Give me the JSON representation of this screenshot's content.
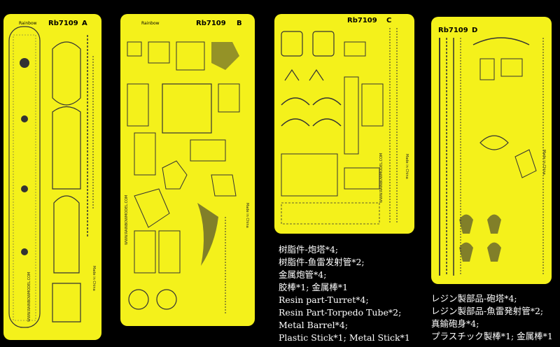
{
  "brand": {
    "name": "Rainbow",
    "website": "WWW.RAINBOWMODEL.COM",
    "made_in": "Made in China"
  },
  "sheets": [
    {
      "code": "Rb7109",
      "letter": "A"
    },
    {
      "code": "Rb7109",
      "letter": "B"
    },
    {
      "code": "Rb7109",
      "letter": "C"
    },
    {
      "code": "Rb7109",
      "letter": "D"
    }
  ],
  "captions": {
    "chinese": [
      "树脂件-炮塔*4;",
      "树脂件-鱼雷发射管*2;",
      "金属炮管*4;",
      "胶棒*1; 金属棒*1"
    ],
    "english": [
      "Resin part-Turret*4;",
      "Resin Part-Torpedo Tube*2;",
      "Metal Barrel*4;",
      "Plastic Stick*1; Metal Stick*1"
    ],
    "japanese": [
      "レジン製部品-砲塔*4;",
      "レジン製部品-魚雷発射管*2;",
      "真鍮砲身*4;",
      "プラスチック製棒*1; 金属棒*1"
    ]
  },
  "colors": {
    "background": "#000000",
    "brass": "#f4f11b",
    "etch": "#1a1a00",
    "caption_text": "#ffffff"
  }
}
